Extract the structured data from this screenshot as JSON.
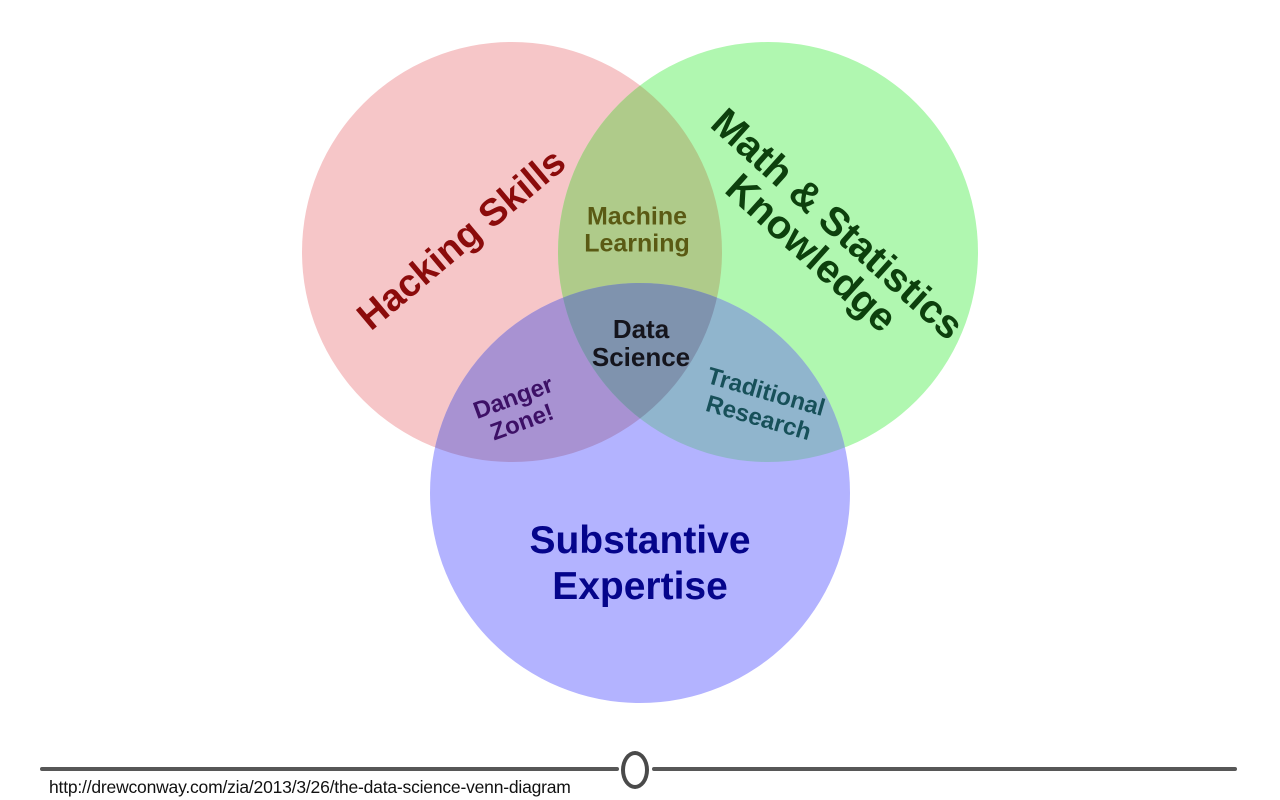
{
  "page": {
    "background_color": "#FFFFFF"
  },
  "venn": {
    "description": "Three-set Venn diagram of Data Science skills",
    "sets": [
      {
        "id": "hacking",
        "label": "Hacking Skills",
        "circle_color": "#F6C6C8",
        "label_color": "#8B0B0B",
        "position": "top-left"
      },
      {
        "id": "math_stats",
        "label": "Math & Statistics\nKnowledge",
        "circle_color": "#B0F7B0",
        "label_color": "#0D400D",
        "position": "top-right"
      },
      {
        "id": "substantive",
        "label": "Substantive\nExpertise",
        "circle_color": "#B3B3FF",
        "label_color": "#05058B",
        "position": "bottom"
      }
    ],
    "intersections": [
      {
        "id": "machine_learning",
        "label": "Machine\nLearning",
        "between": "Hacking Skills + Math & Statistics Knowledge",
        "region_color": "#AFCB8A",
        "label_color": "#5A5A14"
      },
      {
        "id": "danger_zone",
        "label": "Danger\nZone!",
        "between": "Hacking Skills + Substantive Expertise",
        "region_color": "#A892D2",
        "label_color": "#3D1066"
      },
      {
        "id": "traditional_research",
        "label": "Traditional\nResearch",
        "between": "Math & Statistics Knowledge + Substantive Expertise",
        "region_color": "#90B5CD",
        "label_color": "#175059"
      },
      {
        "id": "data_science",
        "label": "Data\nScience",
        "between": "All three sets",
        "region_color": "#7F93AE",
        "label_color": "#15151D"
      }
    ]
  },
  "footer": {
    "url": "http://drewconway.com/zia/2013/3/26/the-data-science-venn-diagram",
    "divider_color": "#575757",
    "ring_color": "#4A4A4A"
  }
}
